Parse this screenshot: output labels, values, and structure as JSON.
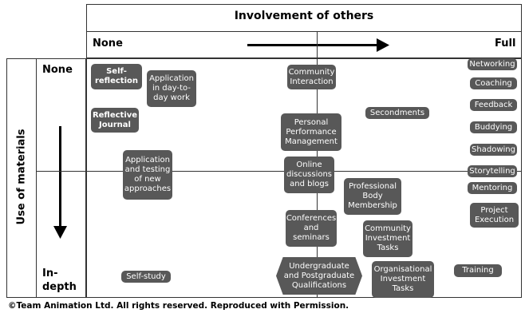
{
  "header": {
    "title": "Involvement of others",
    "left_label": "None",
    "right_label": "Full"
  },
  "side": {
    "axis_title": "Use of materials",
    "top_label": "None",
    "bottom_label": "In-\ndepth"
  },
  "items": {
    "self_reflection": "Self-\nreflection",
    "application_day": "Application\nin day-to-\nday work",
    "reflective_journal": "Reflective\nJournal",
    "application_testing": "Application\nand testing\nof new\napproaches",
    "self_study": "Self-study",
    "community_interaction": "Community\nInteraction",
    "personal_performance": "Personal\nPerformance\nManagement",
    "online_discussions": "Online\ndiscussions\nand blogs",
    "conferences": "Conferences\nand\nseminars",
    "undergraduate": "Undergraduate\nand Postgraduate\nQualifications",
    "secondments": "Secondments",
    "professional_body": "Professional\nBody\nMembership",
    "community_investment": "Community\nInvestment\nTasks",
    "organisational_investment": "Organisational\nInvestment\nTasks",
    "training": "Training",
    "networking": "Networking",
    "coaching": "Coaching",
    "feedback": "Feedback",
    "buddying": "Buddying",
    "shadowing": "Shadowing",
    "storytelling": "Storytelling",
    "mentoring": "Mentoring",
    "project_execution": "Project\nExecution"
  },
  "footer": {
    "copyright": "©Team Animation Ltd.  All rights reserved. Reproduced with Permission."
  }
}
